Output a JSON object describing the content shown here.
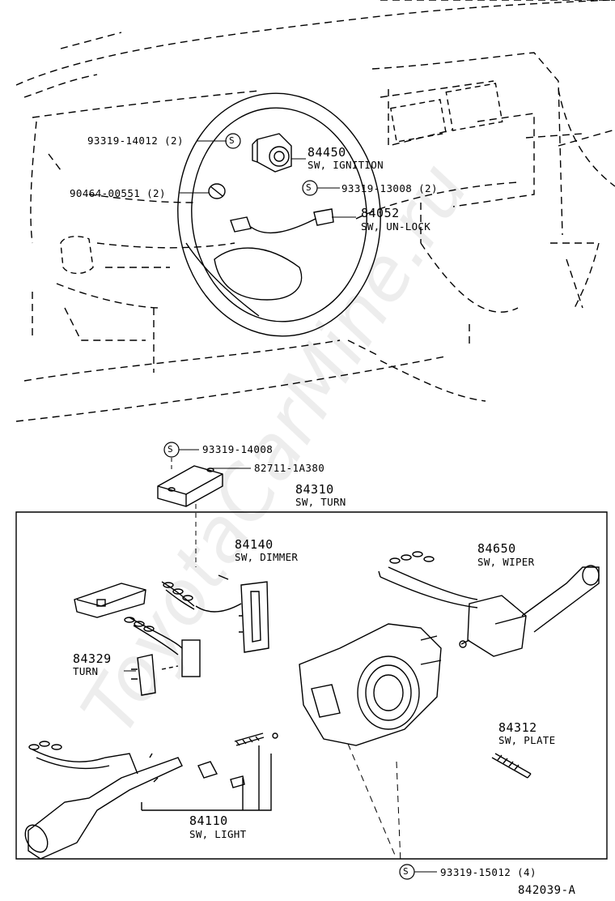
{
  "watermark": "ToyotaCarMine.ru",
  "diagram_id": "842039-A",
  "parts": {
    "p84450": {
      "number": "84450",
      "name": "SW, IGNITION"
    },
    "p84052": {
      "number": "84052",
      "name": "SW, UN-LOCK"
    },
    "p84310": {
      "number": "84310",
      "name": "SW, TURN"
    },
    "p84140": {
      "number": "84140",
      "name": "SW, DIMMER"
    },
    "p84650": {
      "number": "84650",
      "name": "SW, WIPER"
    },
    "p84329": {
      "number": "84329",
      "name": "TURN"
    },
    "p84312": {
      "number": "84312",
      "name": "SW, PLATE"
    },
    "p84110": {
      "number": "84110",
      "name": "SW, LIGHT"
    }
  },
  "callouts": {
    "c1": "93319-14012 (2)",
    "c2": "90464-00551 (2)",
    "c3": "93319-13008 (2)",
    "c4": "93319-14008",
    "c5": "82711-1A380",
    "c6": "93319-15012 (4)"
  },
  "s_mark": "S"
}
